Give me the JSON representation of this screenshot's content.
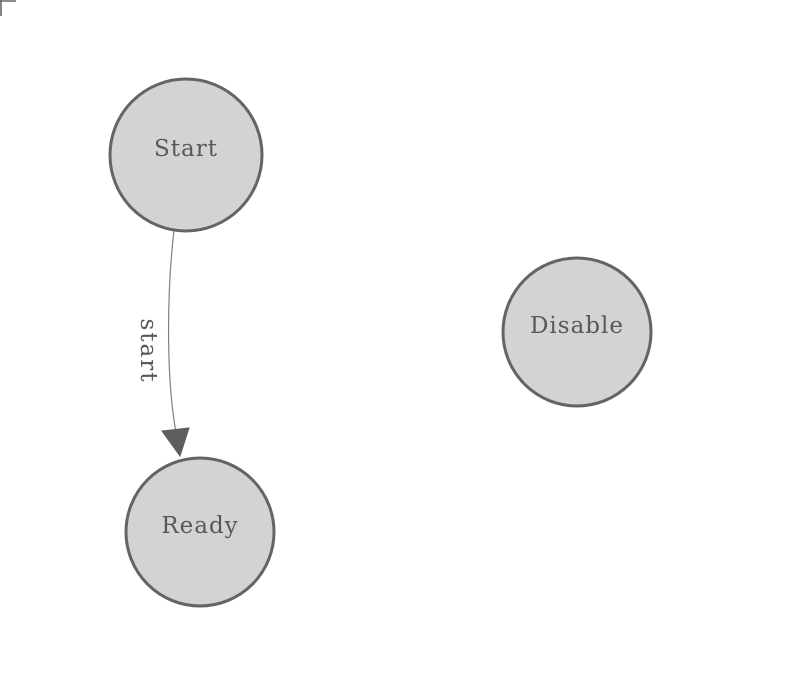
{
  "diagram": {
    "nodes": [
      {
        "id": "start",
        "label": "Start"
      },
      {
        "id": "ready",
        "label": "Ready"
      },
      {
        "id": "disable",
        "label": "Disable"
      }
    ],
    "edges": [
      {
        "from": "start",
        "to": "ready",
        "label": "start"
      }
    ],
    "colors": {
      "background": "#ffffff",
      "node_fill": "#d3d3d3",
      "node_stroke": "#646464",
      "node_label_text": "#56585b",
      "edge_line": "#808080",
      "edge_arrowhead": "#5e5e5e",
      "edge_label_text": "#56585b",
      "corner_mark": "#666666"
    }
  }
}
